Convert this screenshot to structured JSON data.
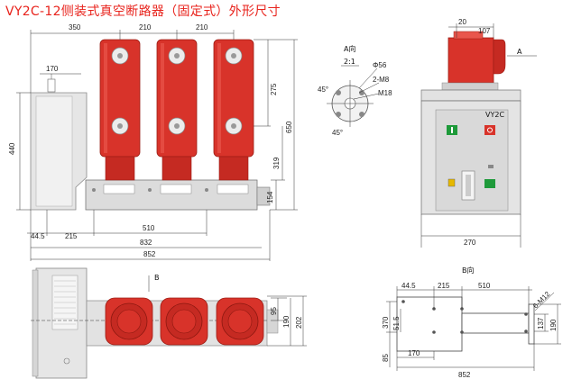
{
  "title": "VY2C-12侧装式真空断路器（固定式）外形尺寸",
  "labels": {
    "front_model": "VY2C",
    "view_a_title": "A向",
    "view_a_scale": "2:1",
    "view_a_phi": "Φ56",
    "view_a_bolts": "2-M8",
    "view_a_thread": "M18",
    "view_a_angle1": "45°",
    "view_a_angle2": "45°",
    "arrow_a": "A",
    "arrow_b": "B",
    "view_b_title": "B向",
    "view_b_holes": "6-M12"
  },
  "dims": {
    "top_350": "350",
    "top_210a": "210",
    "top_210b": "210",
    "left_170": "170",
    "left_440": "440",
    "right_275": "275",
    "right_650": "650",
    "right_319": "319",
    "right_154": "154",
    "bot_44_5": "44.5",
    "bot_215": "215",
    "bot_510": "510",
    "bot_832": "832",
    "bot_852": "852",
    "side_20": "20",
    "side_107": "107",
    "side_270": "270",
    "plan_95": "95",
    "plan_190": "190",
    "plan_202": "202",
    "b_44_5": "44.5",
    "b_215": "215",
    "b_510": "510",
    "b_370": "370",
    "b_51_5": "51.5",
    "b_85": "85",
    "b_170": "170",
    "b_852": "852",
    "b_137": "137",
    "b_190": "190"
  },
  "colors": {
    "red": "#d8332a",
    "red_dark": "#a81f18",
    "title_red": "#e8231c",
    "gray": "#d6d6d6",
    "green": "#1e9a3a"
  }
}
